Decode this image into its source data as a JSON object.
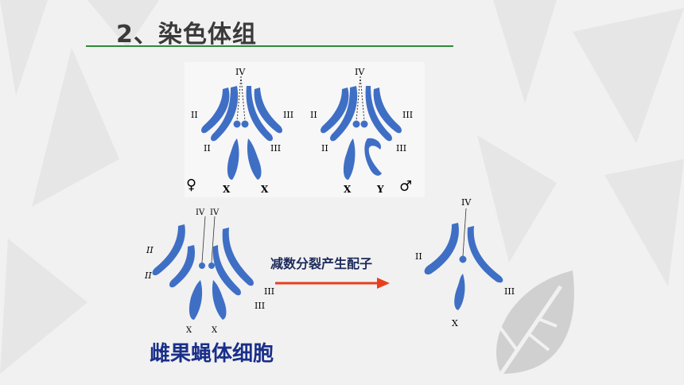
{
  "slide": {
    "title": "2、染色体组",
    "arrow_label": "减数分裂产生配子",
    "caption": "雌果蝇体细胞"
  },
  "female_karyotype": {
    "labels": {
      "iv": "IV",
      "ii_a": "II",
      "iii_a": "III",
      "ii_b": "II",
      "iii_b": "III",
      "x1": "X",
      "x2": "X",
      "sex": "♀"
    }
  },
  "male_karyotype": {
    "labels": {
      "iv": "IV",
      "ii_a": "II",
      "iii_a": "III",
      "ii_b": "II",
      "iii_b": "III",
      "x": "X",
      "y": "Y",
      "sex": "♂"
    }
  },
  "somatic_cell": {
    "labels": {
      "iv1": "IV",
      "iv2": "IV",
      "ii_a": "II",
      "ii_b": "II",
      "iii_a": "III",
      "iii_b": "III",
      "x1": "X",
      "x2": "X"
    }
  },
  "gamete": {
    "labels": {
      "iv": "IV",
      "ii": "II",
      "iii": "III",
      "x": "X"
    }
  },
  "colors": {
    "chromosome": "#3f6fc5",
    "arrow": "#e8401c",
    "rule": "#2e8b3a",
    "caption": "#1a2f8a"
  }
}
